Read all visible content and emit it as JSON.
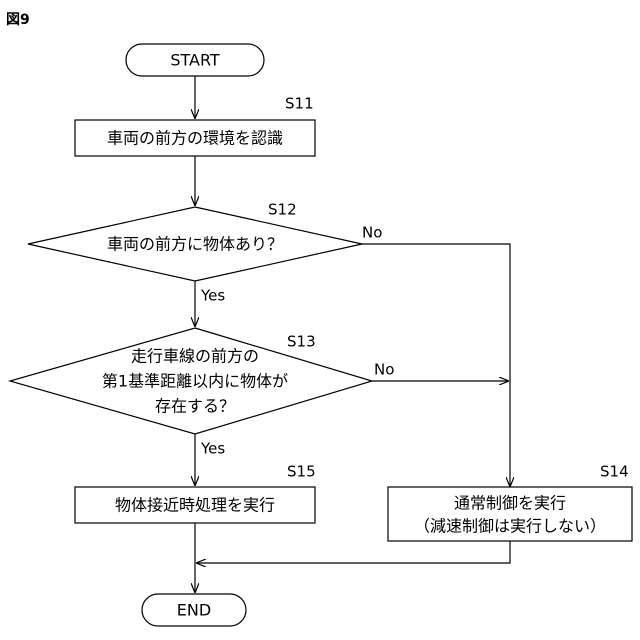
{
  "figure_label": "図9",
  "terminals": {
    "start": "START",
    "end": "END"
  },
  "steps": {
    "s11": {
      "id": "S11",
      "text": "車両の前方の環境を認識"
    },
    "s12": {
      "id": "S12",
      "text": "車両の前方に物体あり？"
    },
    "s13": {
      "id": "S13",
      "lines": [
        "走行車線の前方の",
        "第1基準距離以内に物体が",
        "存在する？"
      ]
    },
    "s14": {
      "id": "S14",
      "lines": [
        "通常制御を実行",
        "（減速制御は実行しない）"
      ]
    },
    "s15": {
      "id": "S15",
      "text": "物体接近時処理を実行"
    }
  },
  "branches": {
    "s12_yes": "Yes",
    "s12_no": "No",
    "s13_yes": "Yes",
    "s13_no": "No"
  }
}
